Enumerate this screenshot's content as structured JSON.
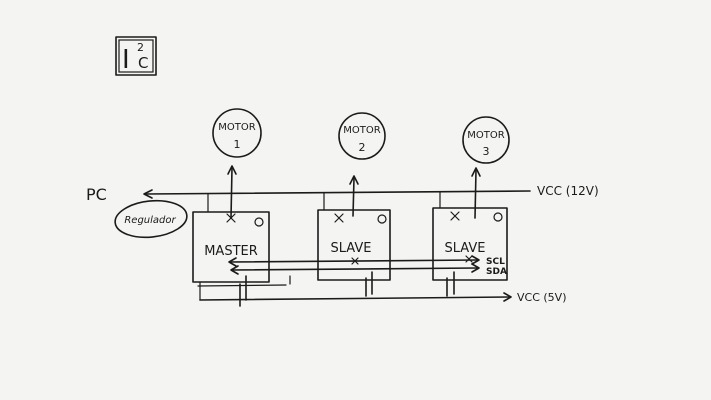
{
  "title": {
    "main": "I",
    "superscript": "2",
    "subscript": "C"
  },
  "motors": [
    {
      "line1": "MOTOR",
      "line2": "1"
    },
    {
      "line1": "MOTOR",
      "line2": "2"
    },
    {
      "line1": "MOTOR",
      "line2": "3"
    }
  ],
  "boards": [
    {
      "label": "MASTER"
    },
    {
      "label": "SLAVE"
    },
    {
      "label": "SLAVE"
    }
  ],
  "labels": {
    "pc": "PC",
    "regulator": "Regulador",
    "vcc12": "VCC (12V)",
    "vcc5": "VCC (5V)",
    "scl": "SCL",
    "sda": "SDA"
  }
}
